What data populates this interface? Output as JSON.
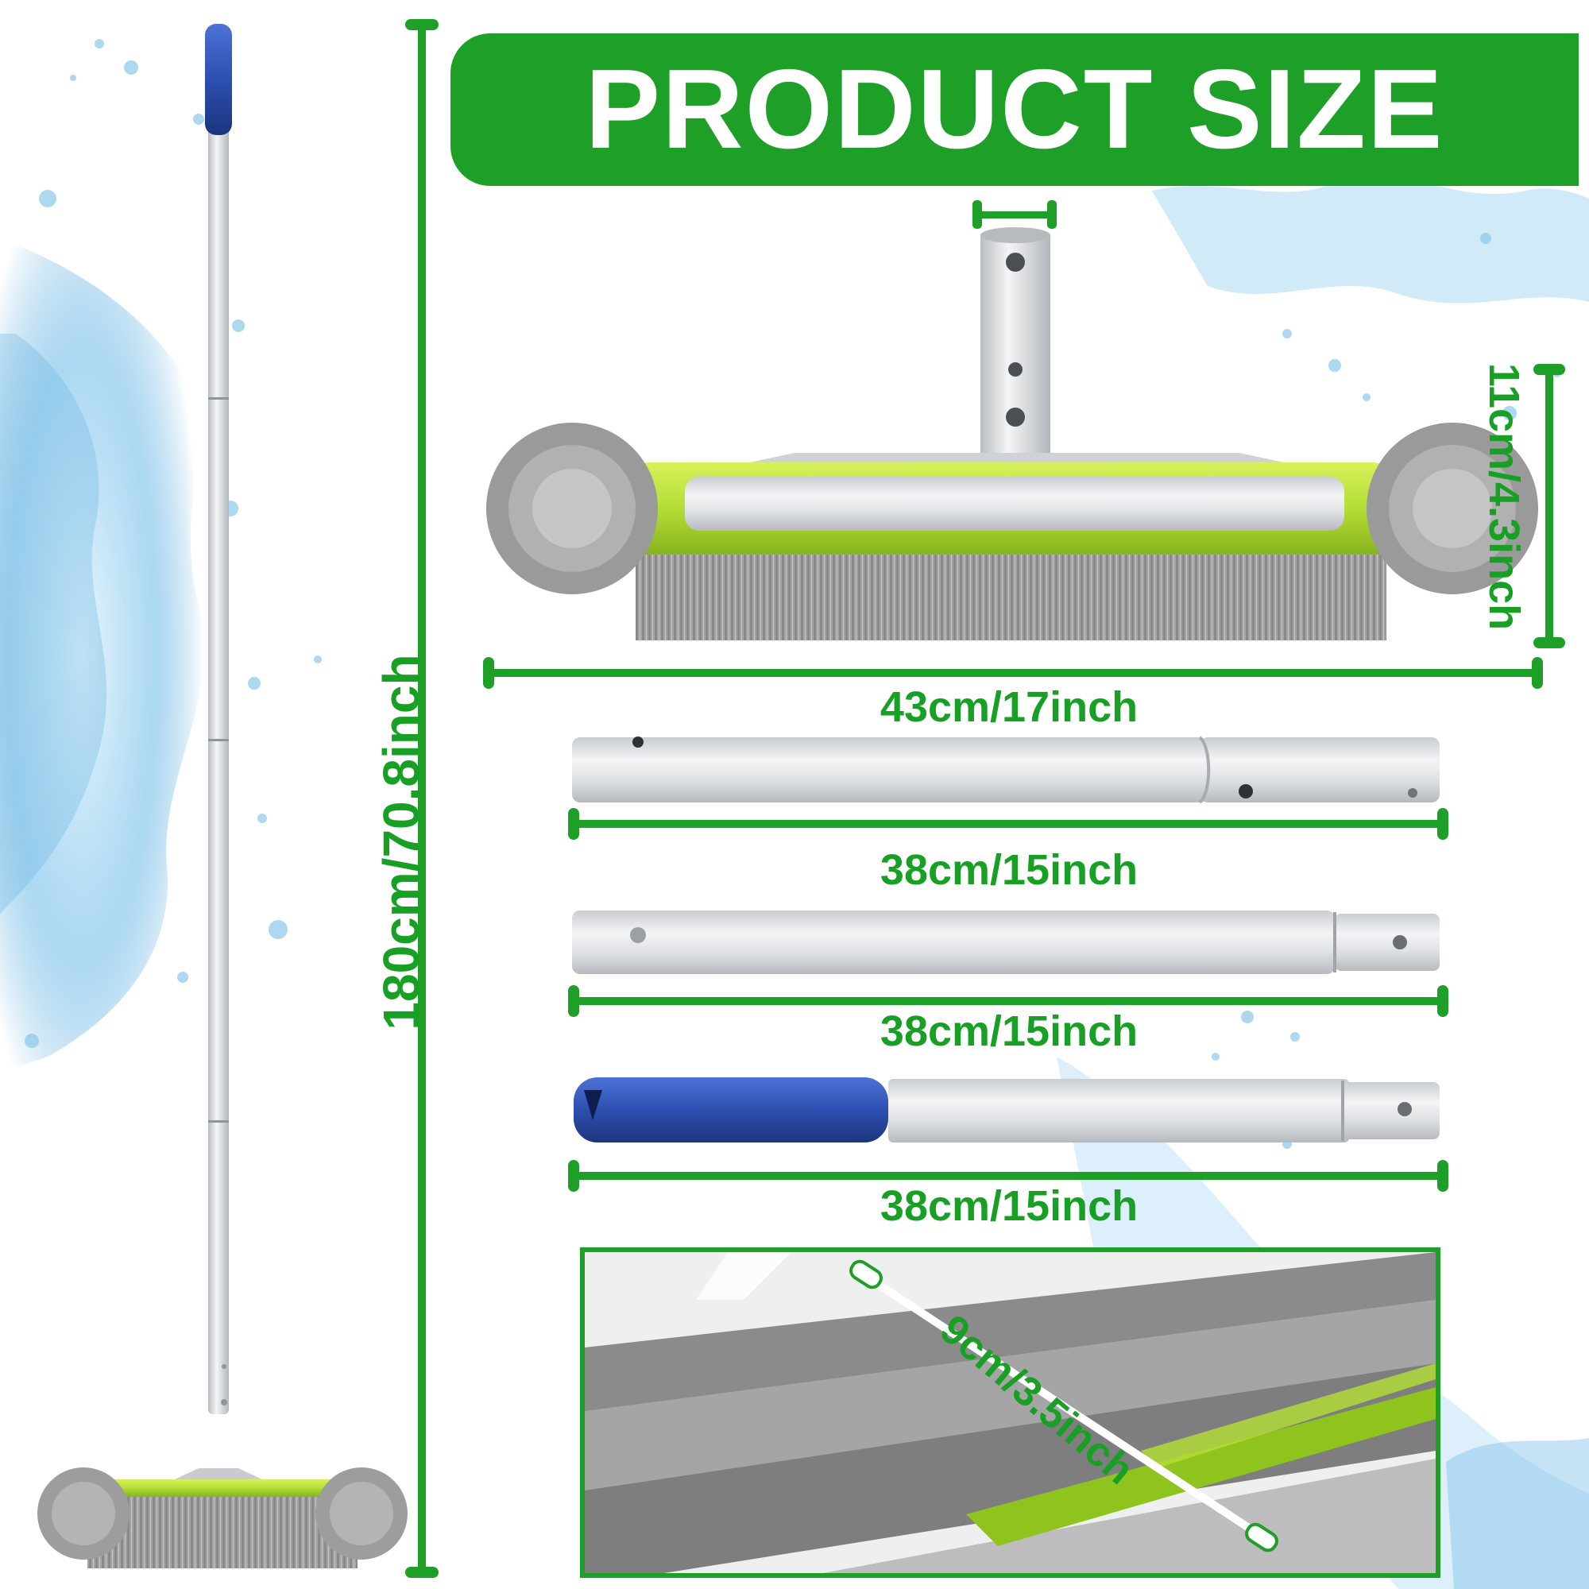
{
  "banner": {
    "title": "PRODUCT SIZE"
  },
  "dimensions": {
    "total_length": "180cm/70.8inch",
    "brush_width": "43cm/17inch",
    "brush_height": "11cm/4.3inch",
    "pole_1": "38cm/15inch",
    "pole_2": "38cm/15inch",
    "pole_3": "38cm/15inch",
    "bristle_length": "9cm/3.5inch"
  },
  "colors": {
    "accent_green": "#1e9f28",
    "brush_body_green": "#b6e03a",
    "handle_blue": "#2c4fb0",
    "aluminum": "#d9dcdf",
    "bristle_gray": "#9a9a9a",
    "water_blue": "#7fc1e8"
  }
}
